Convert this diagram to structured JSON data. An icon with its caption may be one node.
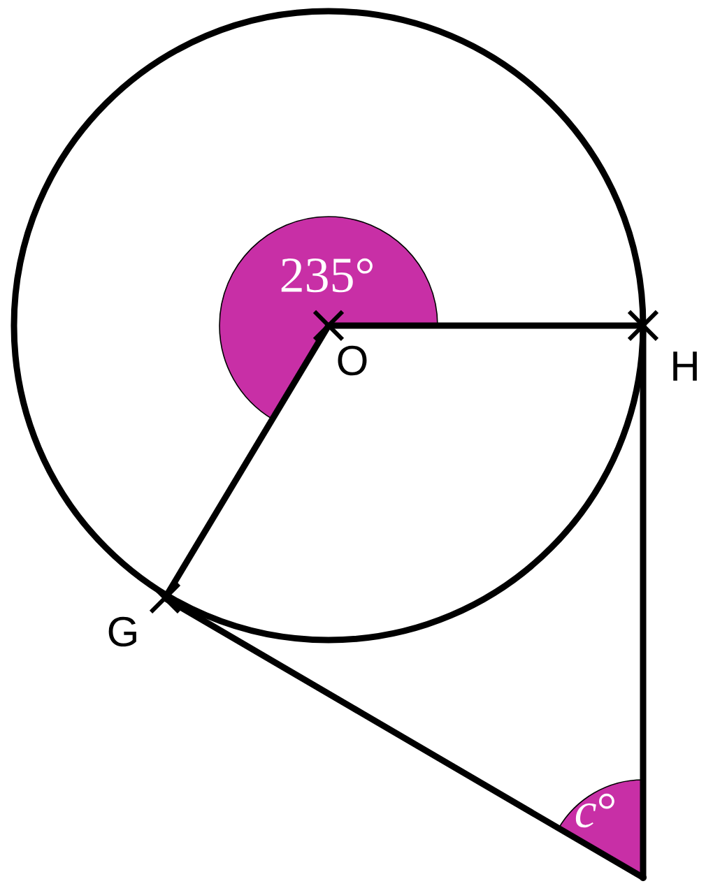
{
  "diagram": {
    "nodes": [
      {
        "text": [
          "O"
        ]
      },
      {
        "text": [
          "H"
        ]
      },
      {
        "text": [
          "G"
        ]
      },
      {
        "text": [],
        "shape": "point"
      }
    ],
    "edges": [
      {
        "from": 0,
        "to": 1,
        "arrow": "none"
      },
      {
        "from": 0,
        "to": 2,
        "arrow": "none"
      },
      {
        "from": 2,
        "to": 3,
        "arrow": "none"
      },
      {
        "from": 1,
        "to": 3,
        "arrow": "none"
      }
    ],
    "labels": [
      "235°",
      "*c*°"
    ]
  }
}
